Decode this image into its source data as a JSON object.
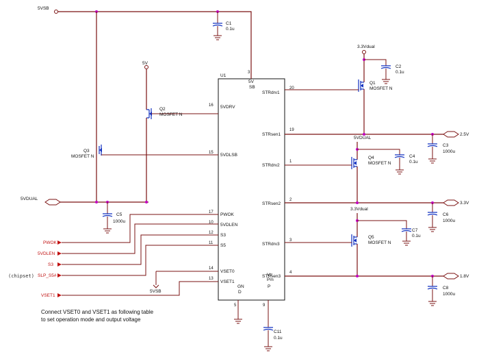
{
  "diagram": {
    "ic": {
      "ref": "U1",
      "pins_left": [
        {
          "num": "16",
          "name": "5VDRV"
        },
        {
          "num": "15",
          "name": "5VDLSB"
        },
        {
          "num": "17",
          "name": "PWOK"
        },
        {
          "num": "10",
          "name": "5VDLEN"
        },
        {
          "num": "12",
          "name": "S3"
        },
        {
          "num": "11",
          "name": "S5"
        },
        {
          "num": "14",
          "name": "VSET0"
        },
        {
          "num": "13",
          "name": "VSET1"
        }
      ],
      "pins_right": [
        {
          "num": "20",
          "name": "STRdrv1"
        },
        {
          "num": "19",
          "name": "STRsen1"
        },
        {
          "num": "1",
          "name": "STRdrv2"
        },
        {
          "num": "2",
          "name": "STRsen2"
        },
        {
          "num": "3",
          "name": "STRdrv3"
        },
        {
          "num": "4",
          "name": "STRsen3"
        }
      ],
      "pin_top": {
        "num": "3",
        "name_a": "5V",
        "name_b": "SB"
      },
      "pin_gnd": {
        "num": "5",
        "name_a": "GN",
        "name_b": "D"
      },
      "pin_9": {
        "num": "9"
      },
      "pin_vrp": {
        "name_a": "Vtr",
        "name_b": "Pm",
        "name_c": "P"
      }
    },
    "nets": {
      "5vsb": "5VSB",
      "5v": "5V",
      "5vdual": "5VDUAL",
      "5vdual_b": "5VDUAL",
      "3v3dual_a": "3.3Vdual",
      "3v3dual_b": "3.3Vdual",
      "out_2v5": "2.5V",
      "out_3v": "3.3V",
      "out_1v8": "1.8V",
      "s3_vsb": "5VSB"
    },
    "capacitors": [
      {
        "ref": "C1",
        "value": "0.1u"
      },
      {
        "ref": "C2",
        "value": "0.1u"
      },
      {
        "ref": "C3",
        "value": "1000u"
      },
      {
        "ref": "C4",
        "value": "0.1u"
      },
      {
        "ref": "C5",
        "value": "1000u"
      },
      {
        "ref": "C6",
        "value": "1000u"
      },
      {
        "ref": "C7",
        "value": "0.1u"
      },
      {
        "ref": "C8",
        "value": "1000u"
      },
      {
        "ref": "C11",
        "value": "0.1u"
      }
    ],
    "mosfets": [
      {
        "ref": "Q1",
        "type": "MOSFET N"
      },
      {
        "ref": "Q2",
        "type": "MOSFET N"
      },
      {
        "ref": "Q3",
        "type": "MOSFET N"
      },
      {
        "ref": "Q4",
        "type": "MOSFET N"
      },
      {
        "ref": "Q5",
        "type": "MOSFET N"
      }
    ],
    "signals": {
      "pwok": "PWOK",
      "5vdlen": "5VDLEN",
      "s3": "S3",
      "slp": "SLP_S5#",
      "vset1": "VSET1",
      "chipset": "(chipset)"
    },
    "note_line1": "Connect VSET0 and VSET1 as following table",
    "note_line2": "to set operation mode and output voltage"
  }
}
